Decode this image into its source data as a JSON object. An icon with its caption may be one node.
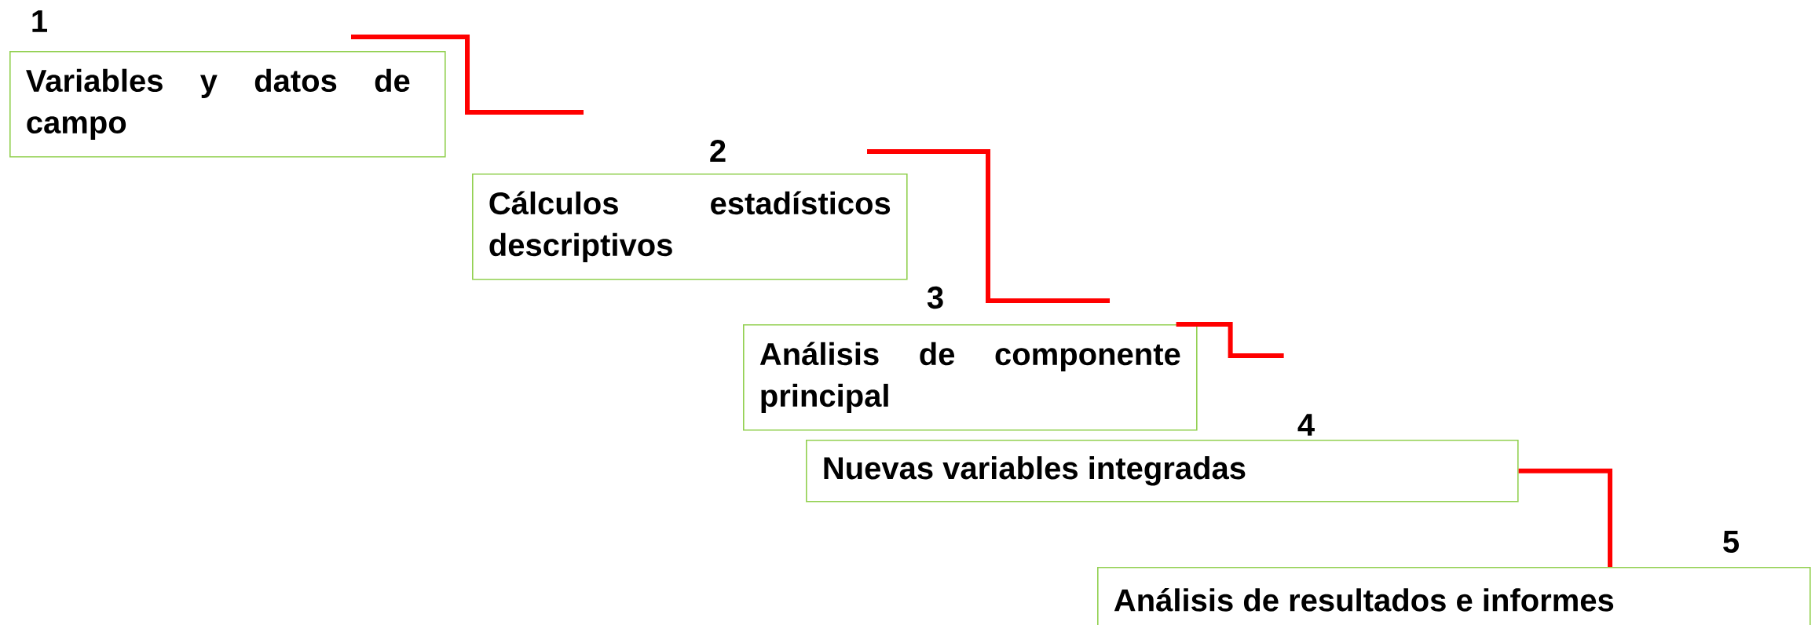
{
  "diagram": {
    "nodes": [
      {
        "text": [
          "Variables y datos de campo"
        ],
        "beside": [
          "1"
        ]
      },
      {
        "text": [
          "Cálculos estadísticos descriptivos"
        ],
        "beside": [
          "2"
        ]
      },
      {
        "text": [
          "Análisis de componente principal"
        ],
        "beside": [
          "3"
        ]
      },
      {
        "text": [
          "Nuevas variables integradas"
        ],
        "beside": [
          "4"
        ]
      },
      {
        "text": [
          "Análisis de resultados e informes"
        ],
        "beside": [
          "5"
        ]
      }
    ],
    "edges": [
      {
        "from": 2,
        "to": null,
        "arrow": "none"
      },
      {
        "from": 3,
        "to": 4,
        "arrow": "none"
      }
    ]
  }
}
